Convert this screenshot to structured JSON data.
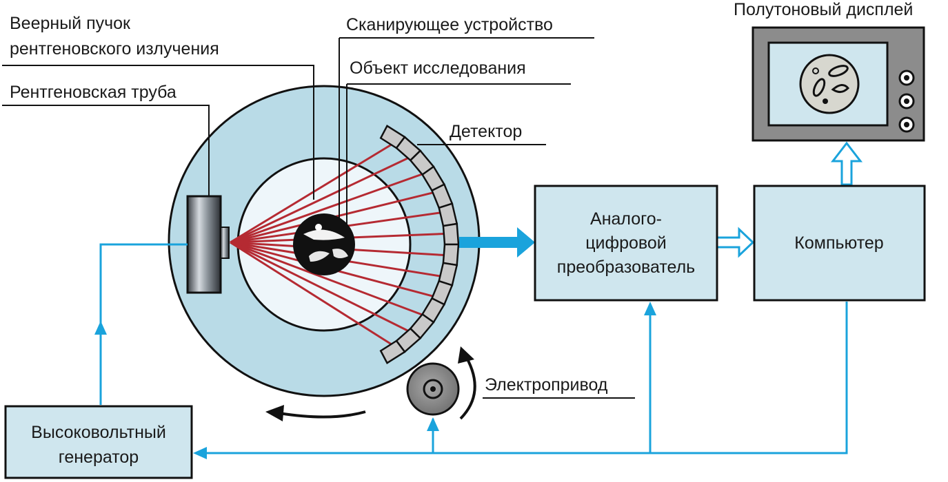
{
  "labels": {
    "fan_beam_line1": "Веерный пучок",
    "fan_beam_line2": "рентгеновского излучения",
    "scanner": "Сканирующее устройство",
    "object": "Объект исследования",
    "xray_tube": "Рентгеновская труба",
    "detector": "Детектор",
    "motor": "Электропривод",
    "display": "Полутоновый дисплей"
  },
  "boxes": {
    "adc_line1": "Аналого-",
    "adc_line2": "цифровой",
    "adc_line3": "преобразователь",
    "computer": "Компьютер",
    "hv_line1": "Высоковольтный",
    "hv_line2": "генератор"
  },
  "colors": {
    "box_fill": "#cfe6ee",
    "outer_disk": "#b9dbe7",
    "inner_disk": "#eef6fa",
    "wire": "#1aa3dc",
    "beam": "#b52a32",
    "detector_cell": "#c9c9c9",
    "monitor_body": "#8c8c8c",
    "screen": "#cfe6ee"
  },
  "icons": {
    "tube": "xray-tube-icon",
    "motor": "motor-icon",
    "monitor": "monitor-icon"
  }
}
